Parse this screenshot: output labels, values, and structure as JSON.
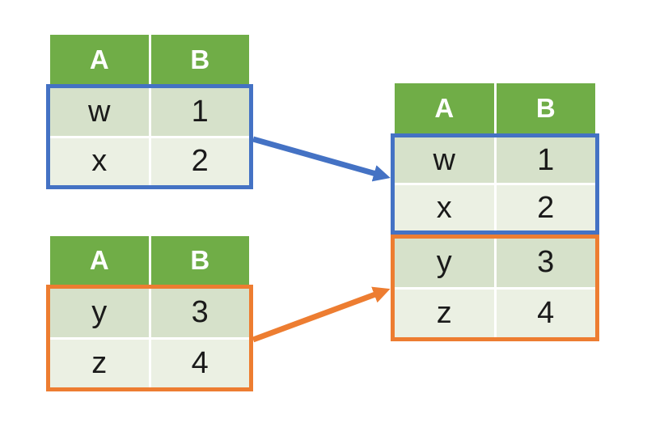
{
  "colors": {
    "canvas_bg": "#FFFFFF",
    "header_green": "#70AD47",
    "band_dark": "#D6E1CA",
    "band_light": "#EBF0E3",
    "accent_blue": "#4472C4",
    "accent_orange": "#ED7D31",
    "header_text": "#FFFFFF",
    "cell_text": "#1A1A1A",
    "divider": "#FFFFFF"
  },
  "source_top": {
    "headers": [
      "A",
      "B"
    ],
    "rows": [
      [
        "w",
        "1"
      ],
      [
        "x",
        "2"
      ]
    ],
    "highlight": "blue"
  },
  "source_bottom": {
    "headers": [
      "A",
      "B"
    ],
    "rows": [
      [
        "y",
        "3"
      ],
      [
        "z",
        "4"
      ]
    ],
    "highlight": "orange"
  },
  "result": {
    "headers": [
      "A",
      "B"
    ],
    "blue_rows": [
      [
        "w",
        "1"
      ],
      [
        "x",
        "2"
      ]
    ],
    "orange_rows": [
      [
        "y",
        "3"
      ],
      [
        "z",
        "4"
      ]
    ]
  }
}
